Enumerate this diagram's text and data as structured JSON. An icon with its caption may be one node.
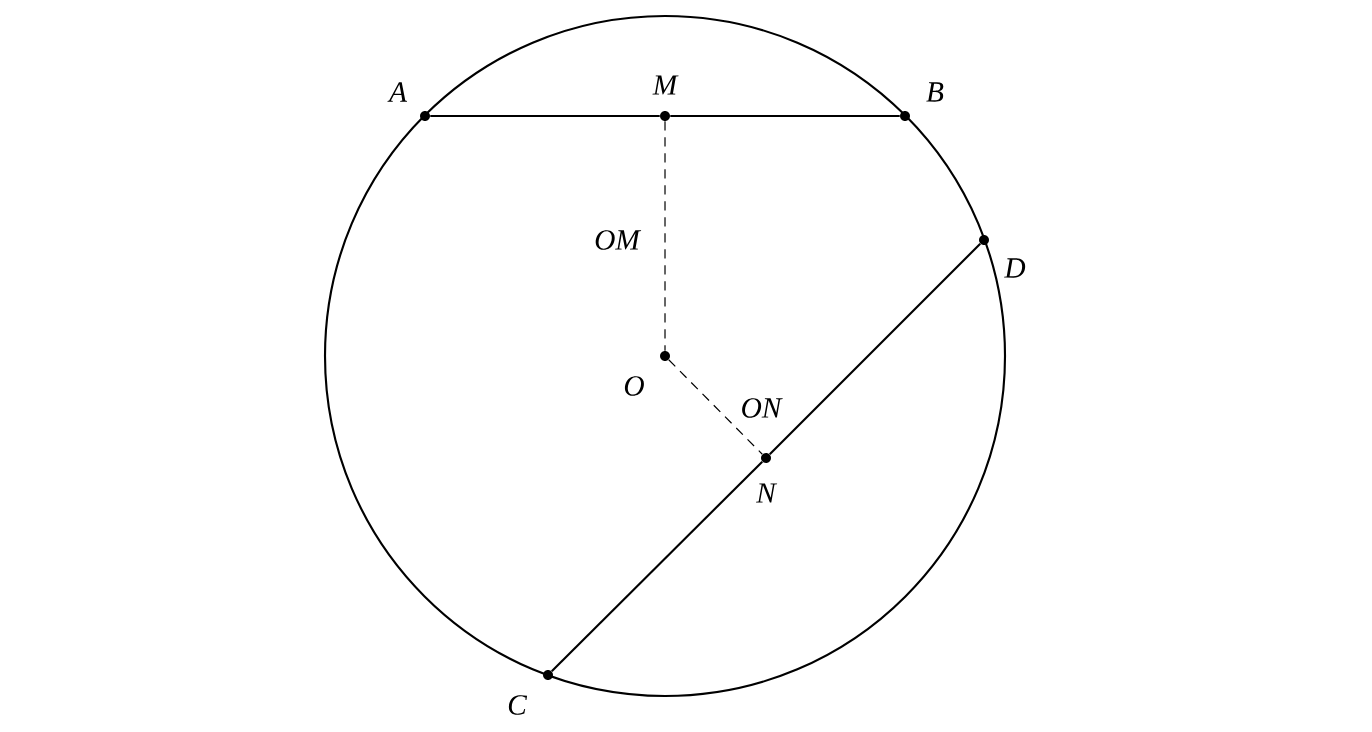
{
  "diagram": {
    "nodes": [
      {
        "text": [
          "A"
        ]
      },
      {
        "text": [
          "M"
        ]
      },
      {
        "text": [
          "B"
        ]
      },
      {
        "text": [
          "D"
        ]
      },
      {
        "text": [
          "O"
        ]
      },
      {
        "text": [
          "N"
        ]
      },
      {
        "text": [
          "C"
        ]
      }
    ],
    "edges": [
      {
        "from": 0,
        "to": 1,
        "arrow": "none"
      },
      {
        "from": 1,
        "to": 2,
        "arrow": "none"
      },
      {
        "from": 1,
        "to": 4,
        "arrow": "none",
        "style": "dashed",
        "label": "OM"
      },
      {
        "from": 4,
        "to": 5,
        "arrow": "none",
        "style": "dashed",
        "label": "ON"
      },
      {
        "from": 6,
        "to": 5,
        "arrow": "none"
      },
      {
        "from": 5,
        "to": 3,
        "arrow": "none"
      }
    ]
  }
}
